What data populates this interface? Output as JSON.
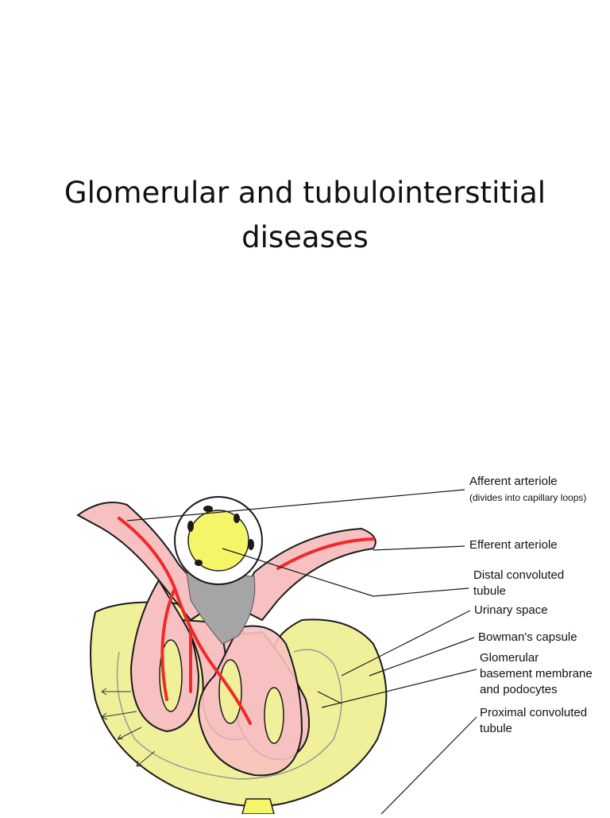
{
  "slide": {
    "title_line1": "Glomerular and tubulointerstitial",
    "title_line2": "diseases"
  },
  "diagram": {
    "labels": {
      "afferent": "Afferent arteriole",
      "afferent_note": "(divides into capillary loops)",
      "efferent": "Efferent arteriole",
      "distal_line1": "Distal convoluted",
      "distal_line2": "tubule",
      "urinary": "Urinary space",
      "bowman": "Bowman's capsule",
      "gbm_line1": "Glomerular",
      "gbm_line2": "basement membrane",
      "gbm_line3": "and podocytes",
      "proximal_line1": "Proximal convoluted",
      "proximal_line2": "tubule"
    },
    "colors": {
      "capsule": "#f0f09a",
      "vessel": "#f7c1c1",
      "flow": "#f02a2a",
      "distal": "#f5f56a",
      "cells": "#a5a5a5",
      "outline": "#1a1a1a"
    }
  }
}
